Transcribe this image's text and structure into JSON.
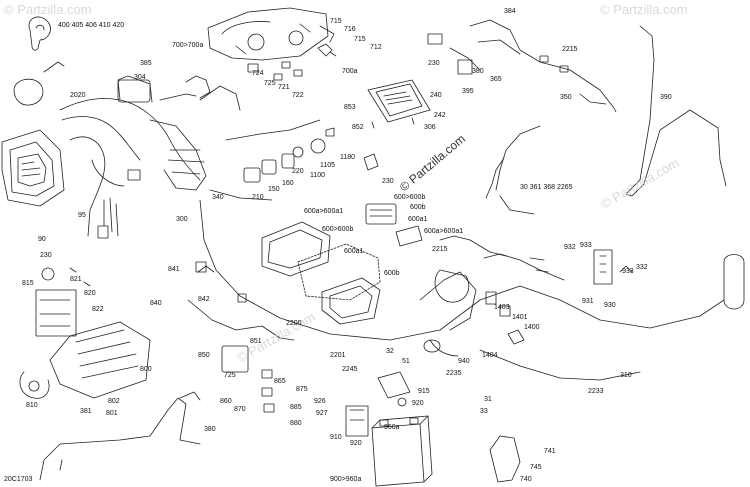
{
  "diagram": {
    "reference": "20C1703",
    "watermarks": [
      "© Partzilla.com",
      "© Partzilla.com",
      "© Partzilla.com",
      "© Partzilla.com",
      "© Partzilla.com"
    ],
    "callouts": [
      {
        "id": "c1",
        "text": "400 405 406 410 420"
      },
      {
        "id": "c2",
        "text": "385"
      },
      {
        "id": "c3",
        "text": "304"
      },
      {
        "id": "c4",
        "text": "2020"
      },
      {
        "id": "c5",
        "text": "700>700a"
      },
      {
        "id": "c6",
        "text": "715"
      },
      {
        "id": "c7",
        "text": "716"
      },
      {
        "id": "c8",
        "text": "715"
      },
      {
        "id": "c9",
        "text": "712"
      },
      {
        "id": "c10",
        "text": "700a"
      },
      {
        "id": "c11",
        "text": "724"
      },
      {
        "id": "c12",
        "text": "725"
      },
      {
        "id": "c13",
        "text": "721"
      },
      {
        "id": "c14",
        "text": "722"
      },
      {
        "id": "c15",
        "text": "384"
      },
      {
        "id": "c16",
        "text": "2215"
      },
      {
        "id": "c17",
        "text": "230"
      },
      {
        "id": "c18",
        "text": "380"
      },
      {
        "id": "c19",
        "text": "365"
      },
      {
        "id": "c20",
        "text": "395"
      },
      {
        "id": "c21",
        "text": "350"
      },
      {
        "id": "c22",
        "text": "390"
      },
      {
        "id": "c23",
        "text": "853"
      },
      {
        "id": "c24",
        "text": "240"
      },
      {
        "id": "c25",
        "text": "242"
      },
      {
        "id": "c26",
        "text": "852"
      },
      {
        "id": "c27",
        "text": "306"
      },
      {
        "id": "c28",
        "text": "1180"
      },
      {
        "id": "c29",
        "text": "220"
      },
      {
        "id": "c30",
        "text": "1105"
      },
      {
        "id": "c31",
        "text": "1100"
      },
      {
        "id": "c32",
        "text": "160"
      },
      {
        "id": "c33",
        "text": "150"
      },
      {
        "id": "c34",
        "text": "210"
      },
      {
        "id": "c35",
        "text": "230"
      },
      {
        "id": "c36",
        "text": "30 361 368 2265"
      },
      {
        "id": "c37",
        "text": "340"
      },
      {
        "id": "c38",
        "text": "300"
      },
      {
        "id": "c39",
        "text": "95"
      },
      {
        "id": "c40",
        "text": "90"
      },
      {
        "id": "c41",
        "text": "230"
      },
      {
        "id": "c42",
        "text": "600a>600a1"
      },
      {
        "id": "c43",
        "text": "600>600b"
      },
      {
        "id": "c44",
        "text": "600b"
      },
      {
        "id": "c45",
        "text": "600a1"
      },
      {
        "id": "c46",
        "text": "600a>600a1"
      },
      {
        "id": "c47",
        "text": "600>600b"
      },
      {
        "id": "c48",
        "text": "600a1"
      },
      {
        "id": "c49",
        "text": "600b"
      },
      {
        "id": "c50",
        "text": "2215"
      },
      {
        "id": "c51",
        "text": "932"
      },
      {
        "id": "c52",
        "text": "933"
      },
      {
        "id": "c53",
        "text": "933"
      },
      {
        "id": "c54",
        "text": "332"
      },
      {
        "id": "c55",
        "text": "931"
      },
      {
        "id": "c56",
        "text": "930"
      },
      {
        "id": "c57",
        "text": "841"
      },
      {
        "id": "c58",
        "text": "842"
      },
      {
        "id": "c59",
        "text": "840"
      },
      {
        "id": "c60",
        "text": "815"
      },
      {
        "id": "c61",
        "text": "821"
      },
      {
        "id": "c62",
        "text": "820"
      },
      {
        "id": "c63",
        "text": "822"
      },
      {
        "id": "c64",
        "text": "800"
      },
      {
        "id": "c65",
        "text": "810"
      },
      {
        "id": "c66",
        "text": "381"
      },
      {
        "id": "c67",
        "text": "802"
      },
      {
        "id": "c68",
        "text": "801"
      },
      {
        "id": "c69",
        "text": "2200"
      },
      {
        "id": "c70",
        "text": "851"
      },
      {
        "id": "c71",
        "text": "850"
      },
      {
        "id": "c72",
        "text": "865"
      },
      {
        "id": "c73",
        "text": "875"
      },
      {
        "id": "c74",
        "text": "860"
      },
      {
        "id": "c75",
        "text": "870"
      },
      {
        "id": "c76",
        "text": "885"
      },
      {
        "id": "c77",
        "text": "880"
      },
      {
        "id": "c78",
        "text": "380"
      },
      {
        "id": "c79",
        "text": "1403"
      },
      {
        "id": "c80",
        "text": "1401"
      },
      {
        "id": "c81",
        "text": "1400"
      },
      {
        "id": "c82",
        "text": "1404"
      },
      {
        "id": "c83",
        "text": "940"
      },
      {
        "id": "c84",
        "text": "2201"
      },
      {
        "id": "c85",
        "text": "32"
      },
      {
        "id": "c86",
        "text": "51"
      },
      {
        "id": "c87",
        "text": "2245"
      },
      {
        "id": "c88",
        "text": "2235"
      },
      {
        "id": "c89",
        "text": "915"
      },
      {
        "id": "c90",
        "text": "920"
      },
      {
        "id": "c91",
        "text": "31"
      },
      {
        "id": "c92",
        "text": "33"
      },
      {
        "id": "c93",
        "text": "2233"
      },
      {
        "id": "c94",
        "text": "310"
      },
      {
        "id": "c95",
        "text": "926"
      },
      {
        "id": "c96",
        "text": "927"
      },
      {
        "id": "c97",
        "text": "910"
      },
      {
        "id": "c98",
        "text": "920"
      },
      {
        "id": "c99",
        "text": "960a"
      },
      {
        "id": "c100",
        "text": "900>960a"
      },
      {
        "id": "c101",
        "text": "741"
      },
      {
        "id": "c102",
        "text": "745"
      },
      {
        "id": "c103",
        "text": "740"
      },
      {
        "id": "c104",
        "text": "725"
      }
    ]
  }
}
